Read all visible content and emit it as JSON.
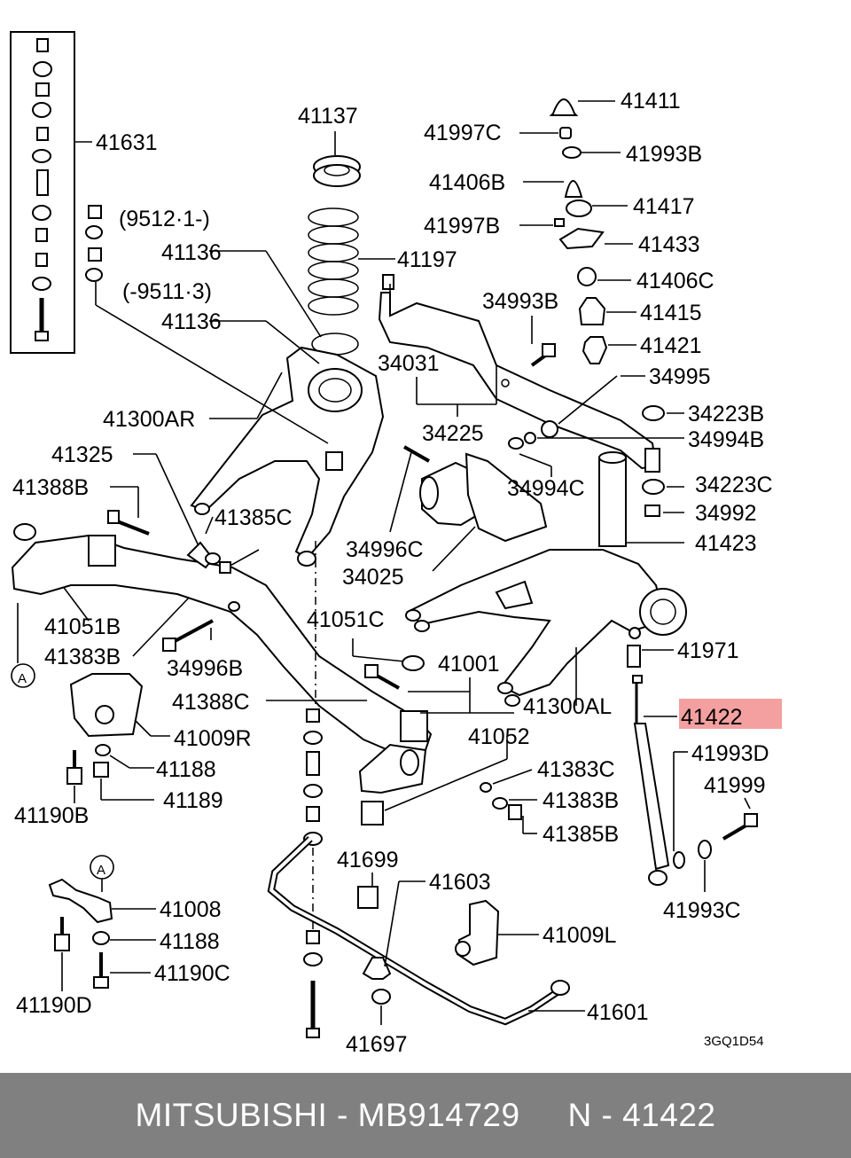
{
  "diagram": {
    "labels": {
      "p41631": "41631",
      "p41137": "41137",
      "p41411": "41411",
      "p41997C": "41997C",
      "p41993B": "41993B",
      "p41406B": "41406B",
      "p41417": "41417",
      "p41997B": "41997B",
      "p41433": "41433",
      "p41136a": "41136",
      "p41197": "41197",
      "p41406C": "41406C",
      "date_from": "(9512·1-)",
      "date_to": "(-9511·3)",
      "p34993B": "34993B",
      "p41415": "41415",
      "p41136b": "41136",
      "p41421": "41421",
      "p34031": "34031",
      "p34995": "34995",
      "p41300AR": "41300AR",
      "p34223B": "34223B",
      "p34225": "34225",
      "p34994B": "34994B",
      "p41325": "41325",
      "p34994C": "34994C",
      "p34223C": "34223C",
      "p41388B": "41388B",
      "p41385C": "41385C",
      "p34992": "34992",
      "p34996C": "34996C",
      "p41423": "41423",
      "p34025": "34025",
      "p41051B": "41051B",
      "p41051C": "41051C",
      "p41383B_left": "41383B",
      "p34996B": "34996B",
      "p41001": "41001",
      "p41971": "41971",
      "ref_A1": "A",
      "p41388C": "41388C",
      "p41300AL": "41300AL",
      "p41422": "41422",
      "p41009R": "41009R",
      "p41052": "41052",
      "p41993D": "41993D",
      "p41188a": "41188",
      "p41383C": "41383C",
      "p41999": "41999",
      "p41189": "41189",
      "p41383B_right": "41383B",
      "p41190B": "41190B",
      "p41385B": "41385B",
      "p41993C": "41993C",
      "p41699": "41699",
      "p41603": "41603",
      "ref_A2": "A",
      "p41008": "41008",
      "p41009L": "41009L",
      "p41188b": "41188",
      "p41190C": "41190C",
      "p41190D": "41190D",
      "p41601": "41601",
      "p41697": "41697",
      "drawing_code": "3GQ1D54"
    },
    "highlighted_part": "41422",
    "highlight_color": "#f4a0a0"
  },
  "footer": {
    "text": "MITSUBISHI - MB914729     N - 41422",
    "background": "#808080",
    "text_color": "#ffffff"
  }
}
